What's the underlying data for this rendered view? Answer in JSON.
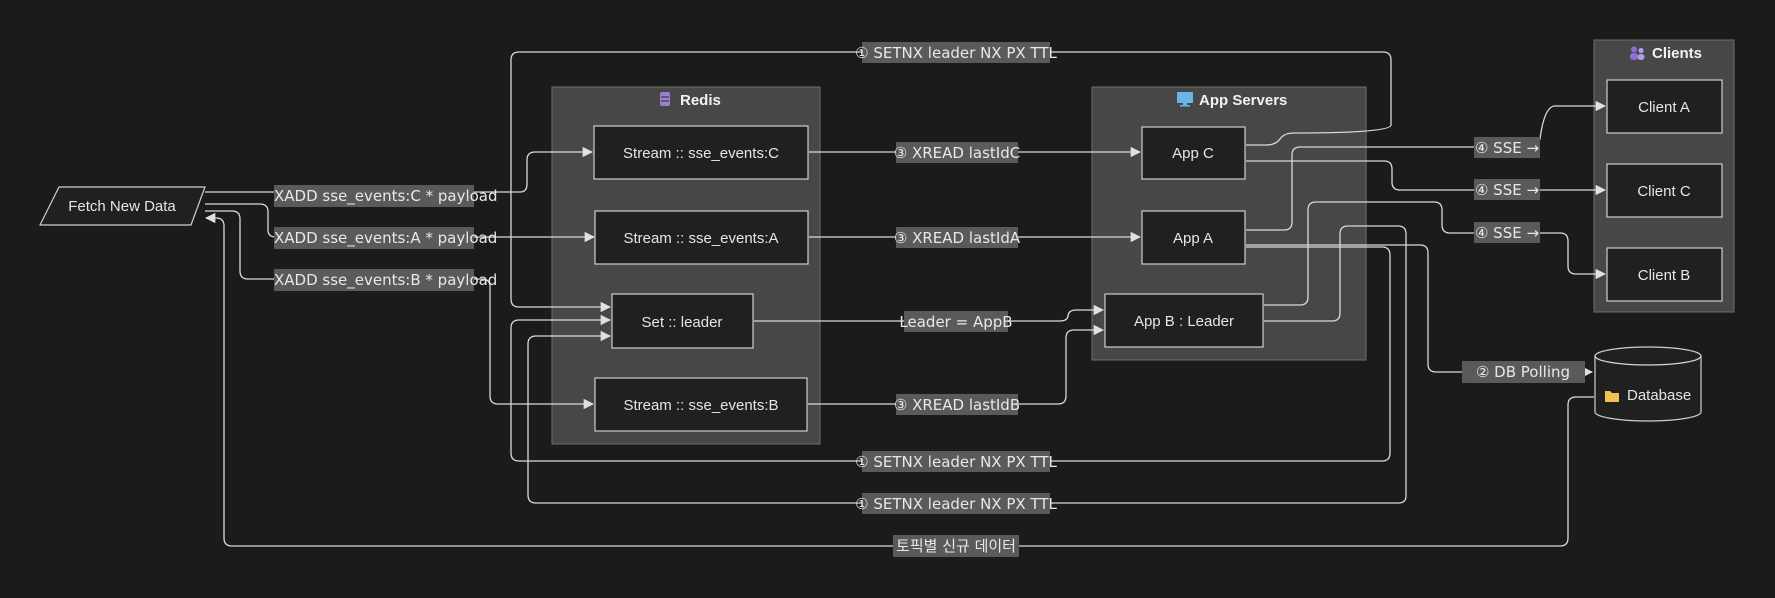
{
  "clusters": {
    "redis": {
      "icon": "database-icon",
      "title": "Redis"
    },
    "app_servers": {
      "icon": "monitor-icon",
      "title": "App Servers"
    },
    "clients": {
      "icon": "people-icon",
      "title": "Clients"
    }
  },
  "nodes": {
    "fetch": "Fetch New Data",
    "stream_c": "Stream :: sse_events:C",
    "stream_a": "Stream :: sse_events:A",
    "set_leader": "Set :: leader",
    "stream_b": "Stream :: sse_events:B",
    "app_c": "App C",
    "app_a": "App A",
    "app_b": "App B : Leader",
    "client_a": "Client A",
    "client_c": "Client C",
    "client_b": "Client B",
    "database": "Database"
  },
  "edge_labels": {
    "setnx_top": "① SETNX leader NX PX TTL",
    "xadd_c": "XADD sse_events:C * payload",
    "xadd_a": "XADD sse_events:A * payload",
    "xadd_b": "XADD sse_events:B * payload",
    "xread_c": "③ XREAD lastIdC",
    "xread_a": "③ XREAD lastIdA",
    "leader_appb": "Leader = AppB",
    "xread_b": "③ XREAD lastIdB",
    "sse_a": "④ SSE →",
    "sse_c": "④ SSE →",
    "sse_b": "④ SSE →",
    "db_polling": "② DB Polling",
    "setnx_mid": "① SETNX leader NX PX TTL",
    "setnx_bottom": "① SETNX leader NX PX TTL",
    "topic_data": "토픽별 신규 데이터"
  },
  "colors": {
    "background": "#1b1b1b",
    "cluster_fill": "#474747",
    "node_fill": "#1f2020",
    "edge": "#d9d9d9",
    "label_bg": "#5a5a5a",
    "folder_icon": "#f2c14e",
    "database_icon": "#9b7fd1",
    "monitor_icon": "#6ab4e8",
    "people_icon": "#8c6fd6"
  }
}
